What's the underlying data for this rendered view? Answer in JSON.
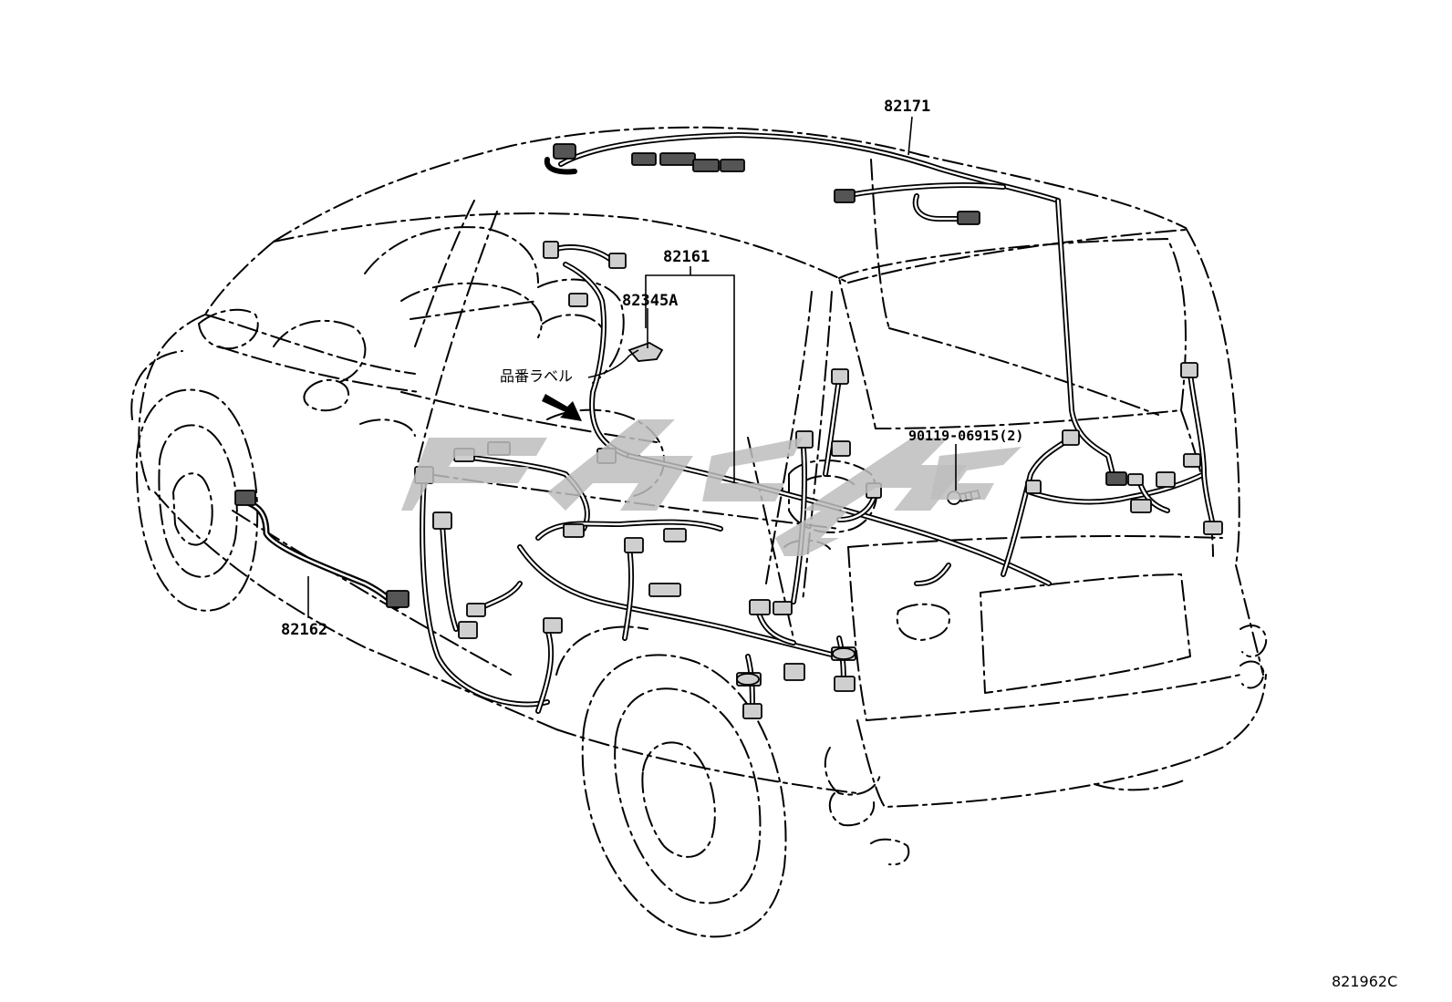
{
  "labels": {
    "part_82171": "82171",
    "part_82161": "82161",
    "part_82345A": "82345A",
    "part_82162": "82162",
    "bolt_90119": "90119-06915(2)",
    "part_number_label_jp": "品番ラベル",
    "diagram_code": "821962C"
  },
  "colors": {
    "line": "#000000",
    "connector_fill": "#cfcfcf",
    "watermark": "#bdbdbd",
    "background": "#ffffff"
  }
}
